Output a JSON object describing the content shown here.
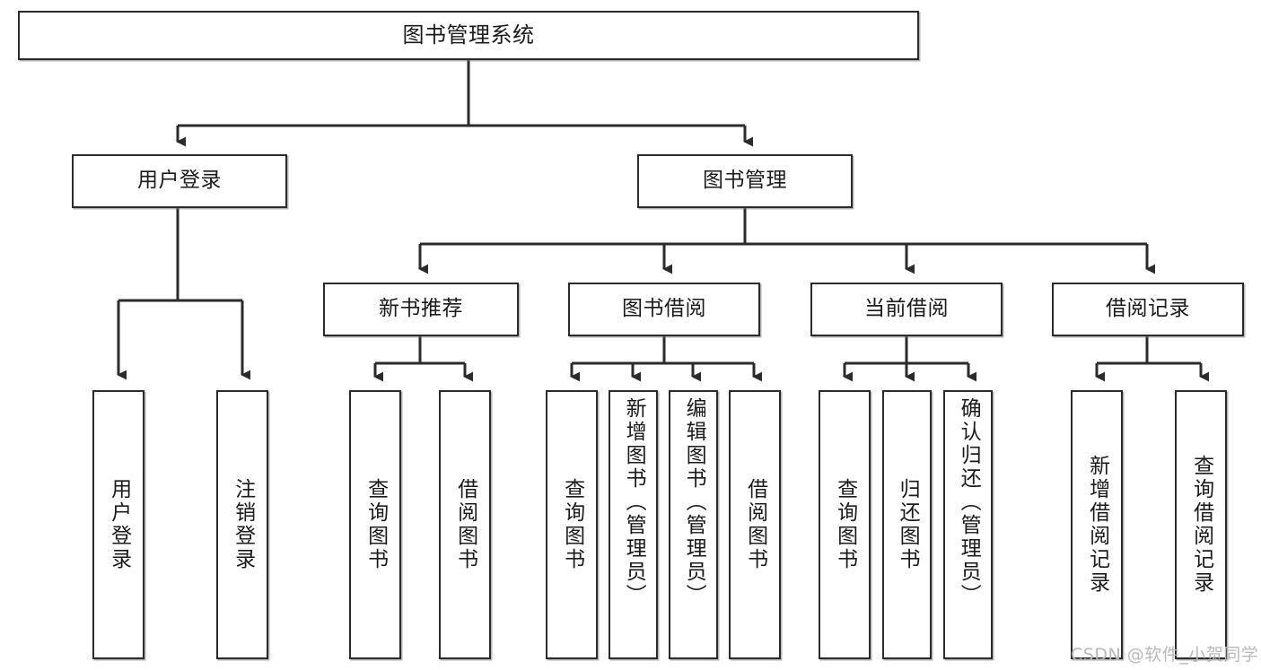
{
  "diagram": {
    "title": "图书管理系统",
    "type": "tree-hierarchy",
    "watermark": "CSDN @软件_小贺同学",
    "colors": {
      "border": "#2b2b2b",
      "background": "#ffffff",
      "text": "#1b1b1b",
      "watermark": "#b9b9b9"
    },
    "levels": {
      "level1": [
        "图书管理系统"
      ],
      "level2": [
        "用户登录",
        "图书管理"
      ],
      "level3": [
        "新书推荐",
        "图书借阅",
        "当前借阅",
        "借阅记录"
      ],
      "level4": [
        "用户登录",
        "注销登录",
        "查询图书",
        "借阅图书",
        "查询图书",
        "新增图书（管理员）",
        "编辑图书（管理员）",
        "借阅图书",
        "查询图书",
        "归还图书",
        "确认归还（管理员）",
        "新增借阅记录",
        "查询借阅记录"
      ]
    }
  },
  "nodes": {
    "root": {
      "label": "图书管理系统"
    },
    "user_login": {
      "label": "用户登录"
    },
    "book_manage": {
      "label": "图书管理"
    },
    "new_book_rec": {
      "label": "新书推荐"
    },
    "book_borrow": {
      "label": "图书借阅"
    },
    "current_borrow": {
      "label": "当前借阅"
    },
    "borrow_record": {
      "label": "借阅记录"
    },
    "leaf_user_login": {
      "label": "用户登录"
    },
    "leaf_logout": {
      "label": "注销登录"
    },
    "leaf_query_book_a": {
      "label": "查询图书"
    },
    "leaf_borrow_book_a": {
      "label": "借阅图书"
    },
    "leaf_query_book_b": {
      "label": "查询图书"
    },
    "leaf_add_book": {
      "label": "新增图书（管理员）"
    },
    "leaf_edit_book": {
      "label": "编辑图书（管理员）"
    },
    "leaf_borrow_book_b": {
      "label": "借阅图书"
    },
    "leaf_query_book_c": {
      "label": "查询图书"
    },
    "leaf_return_book": {
      "label": "归还图书"
    },
    "leaf_confirm_return": {
      "label": "确认归还（管理员）"
    },
    "leaf_add_record": {
      "label": "新增借阅记录"
    },
    "leaf_query_record": {
      "label": "查询借阅记录"
    }
  },
  "watermark": {
    "text": "CSDN @软件_小贺同学"
  }
}
